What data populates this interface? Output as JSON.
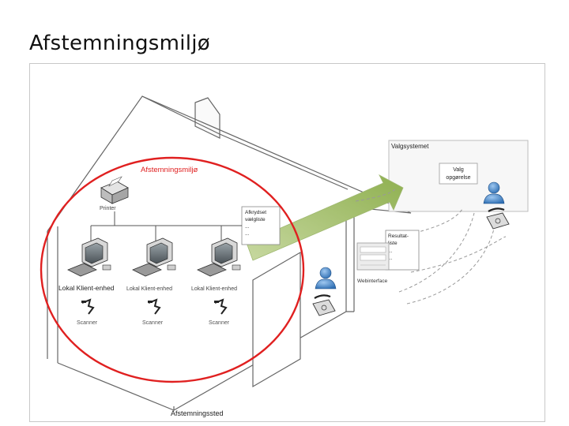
{
  "slide": {
    "title": "Afstemningsmiljø"
  },
  "diagram": {
    "environment_label": "Afstemningsmiljø",
    "printer_label": "Printer",
    "checked_list": {
      "line1": "Afkrydset",
      "line2": "vælgliste",
      "line3": "...",
      "line4": "..."
    },
    "valgsystem": {
      "title": "Valgsystemet",
      "box_line1": "Valg",
      "box_line2": "opgørelse"
    },
    "result_list": {
      "line1": "Resultat-",
      "line2": "liste",
      "line3": "...",
      "line4": "..."
    },
    "web_interface_label": "Webinterface",
    "clients": [
      {
        "label": "Lokal Klient-enhed",
        "scanner": "Scanner"
      },
      {
        "label": "Lokal Klient-enhed",
        "scanner": "Scanner"
      },
      {
        "label": "Lokal Klient-enhed",
        "scanner": "Scanner"
      }
    ],
    "venue_label": "Afstemningssted",
    "colors": {
      "accent_red": "#e02020",
      "arrow_green": "#93b35a",
      "house_stroke": "#555555"
    }
  }
}
